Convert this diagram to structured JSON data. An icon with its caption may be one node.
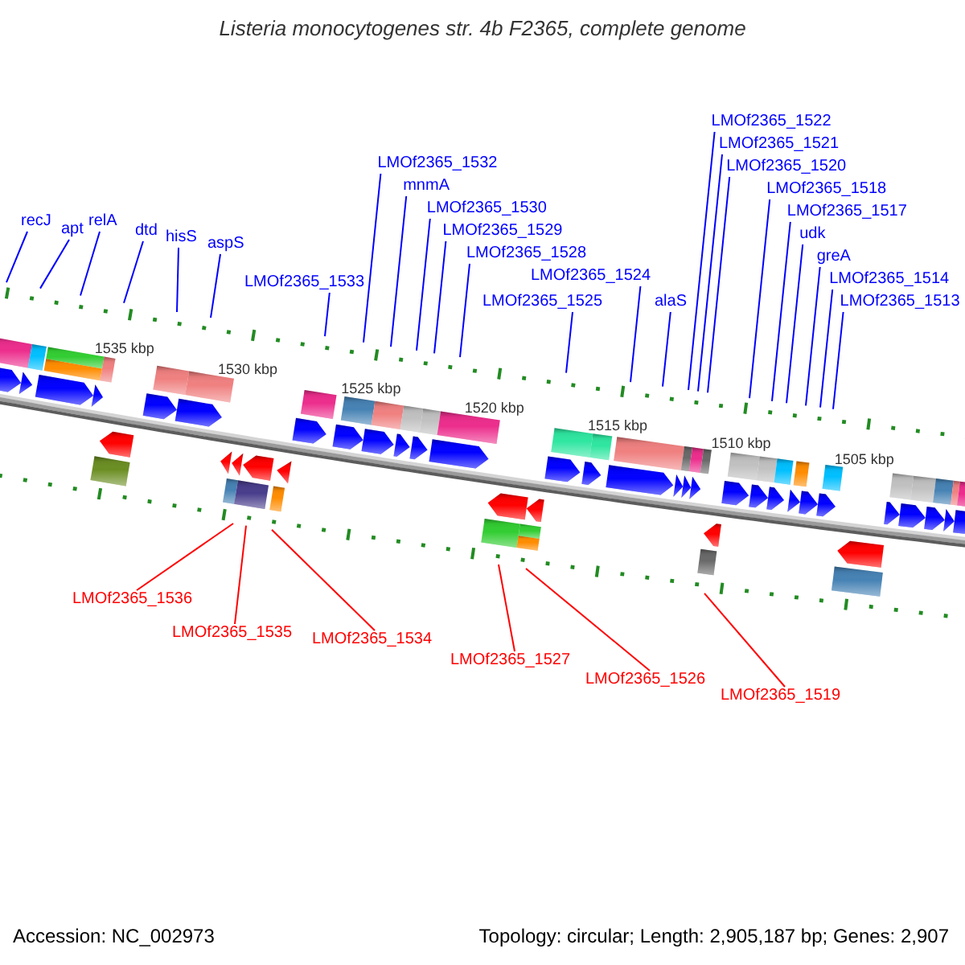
{
  "diagram": {
    "title": "Listeria monocytogenes str. 4b F2365, complete genome",
    "nodes": [
      {
        "text": [
          "recJ"
        ]
      },
      {
        "text": [
          "apt"
        ]
      },
      {
        "text": [
          "relA"
        ]
      },
      {
        "text": [
          "dtd"
        ]
      },
      {
        "text": [
          "hisS"
        ]
      },
      {
        "text": [
          "aspS"
        ]
      },
      {
        "text": [
          "LMOf2365_1533"
        ]
      },
      {
        "text": [
          "LMOf2365_1532"
        ]
      },
      {
        "text": [
          "mnmA"
        ]
      },
      {
        "text": [
          "LMOf2365_1530"
        ]
      },
      {
        "text": [
          "LMOf2365_1529"
        ]
      },
      {
        "text": [
          "LMOf2365_1528"
        ]
      },
      {
        "text": [
          "LMOf2365_1525"
        ]
      },
      {
        "text": [
          "LMOf2365_1524"
        ]
      },
      {
        "text": [
          "alaS"
        ]
      },
      {
        "text": [
          "LMOf2365_1522"
        ]
      },
      {
        "text": [
          "LMOf2365_1521"
        ]
      },
      {
        "text": [
          "LMOf2365_1520"
        ]
      },
      {
        "text": [
          "LMOf2365_1518"
        ]
      },
      {
        "text": [
          "LMOf2365_1517"
        ]
      },
      {
        "text": [
          "udk"
        ]
      },
      {
        "text": [
          "greA"
        ]
      },
      {
        "text": [
          "LMOf2365_1514"
        ]
      },
      {
        "text": [
          "LMOf2365_1513"
        ]
      },
      {
        "text": [
          "LMOf2365_1536"
        ]
      },
      {
        "text": [
          "LMOf2365_1535"
        ]
      },
      {
        "text": [
          "LMOf2365_1534"
        ]
      },
      {
        "text": [
          "LMOf2365_1527"
        ]
      },
      {
        "text": [
          "LMOf2365_1526"
        ]
      },
      {
        "text": [
          "LMOf2365_1519"
        ]
      }
    ],
    "edges": [
      {
        "from": 0,
        "to": null,
        "arrow": "none"
      },
      {
        "from": 1,
        "to": null,
        "arrow": "none"
      },
      {
        "from": 2,
        "to": null,
        "arrow": "none"
      },
      {
        "from": 3,
        "to": null,
        "arrow": "none"
      },
      {
        "from": 4,
        "to": null,
        "arrow": "none"
      },
      {
        "from": 5,
        "to": null,
        "arrow": "none"
      },
      {
        "from": 6,
        "to": null,
        "arrow": "none"
      },
      {
        "from": 7,
        "to": null,
        "arrow": "none"
      },
      {
        "from": 8,
        "to": null,
        "arrow": "none"
      },
      {
        "from": 9,
        "to": null,
        "arrow": "none"
      },
      {
        "from": 10,
        "to": null,
        "arrow": "none"
      },
      {
        "from": 11,
        "to": null,
        "arrow": "none"
      },
      {
        "from": 12,
        "to": null,
        "arrow": "none"
      },
      {
        "from": 13,
        "to": null,
        "arrow": "none"
      },
      {
        "from": 14,
        "to": null,
        "arrow": "none"
      },
      {
        "from": 15,
        "to": null,
        "arrow": "none"
      },
      {
        "from": 16,
        "to": null,
        "arrow": "none"
      },
      {
        "from": 17,
        "to": null,
        "arrow": "none"
      },
      {
        "from": 18,
        "to": null,
        "arrow": "none"
      },
      {
        "from": 19,
        "to": null,
        "arrow": "none"
      },
      {
        "from": 20,
        "to": null,
        "arrow": "none"
      },
      {
        "from": 21,
        "to": null,
        "arrow": "none"
      },
      {
        "from": 22,
        "to": null,
        "arrow": "none"
      },
      {
        "from": 23,
        "to": null,
        "arrow": "none"
      },
      {
        "from": 24,
        "to": null,
        "arrow": "none",
        "color": "#ff0000"
      },
      {
        "from": 25,
        "to": null,
        "arrow": "none",
        "color": "#ff0000"
      },
      {
        "from": 26,
        "to": null,
        "arrow": "none",
        "color": "#ff0000"
      },
      {
        "from": 27,
        "to": null,
        "arrow": "none",
        "color": "#ff0000"
      },
      {
        "from": 28,
        "to": null,
        "arrow": "none",
        "color": "#ff0000"
      },
      {
        "from": 29,
        "to": null,
        "arrow": "none",
        "color": "#ff0000"
      }
    ],
    "labels": [
      "1535 kbp",
      "1530 kbp",
      "1525 kbp",
      "1520 kbp",
      "1515 kbp",
      "1510 kbp",
      "1505 kbp",
      "Accession: NC_002973",
      "Topology: circular; Length: 2,905,187 bp; Genes: 2,907"
    ]
  }
}
